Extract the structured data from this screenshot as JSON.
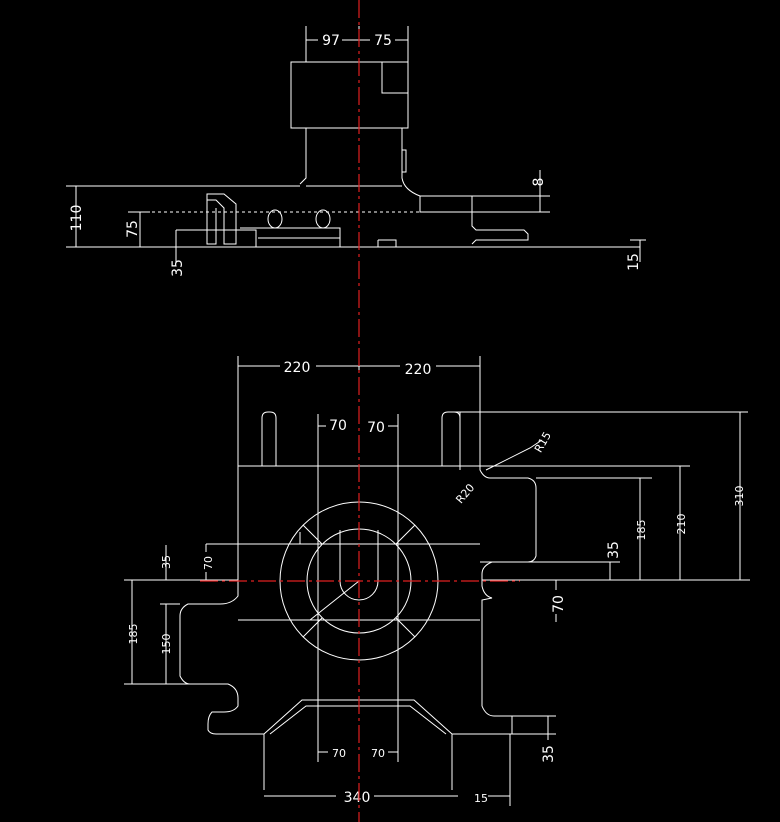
{
  "canvas": {
    "background": "#000000",
    "line_color": "#ffffff",
    "axis_color": "#e02020"
  },
  "top_view": {
    "dims": {
      "w97": "97",
      "w75": "75",
      "h8": "8",
      "h110": "110",
      "h75": "75",
      "h35": "35",
      "h15": "15"
    }
  },
  "plan_view": {
    "dims": {
      "w220_left": "220",
      "w220_right": "220",
      "w70_left": "70",
      "w70_right": "70",
      "r15": "R15",
      "r20": "R20",
      "v35_right": "35",
      "v185_right": "185",
      "v210_right": "210",
      "v310_right": "310",
      "v70_right": "70",
      "v35_left": "35",
      "v70_left": "70",
      "v185_left": "185",
      "v150_left": "150",
      "b70_left": "70",
      "b70_right": "70",
      "b340": "340",
      "b15": "15",
      "b35": "35"
    }
  }
}
